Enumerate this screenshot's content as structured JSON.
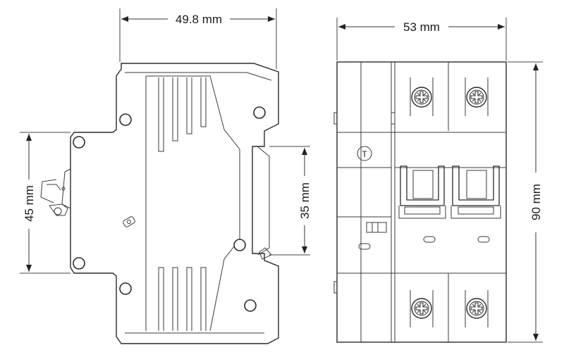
{
  "dimensions": {
    "side_width": "49.8 mm",
    "front_width": "53 mm",
    "side_height": "45 mm",
    "rail_height": "35 mm",
    "front_height": "90 mm"
  },
  "symbols": {
    "test_button_label": "T"
  },
  "colors": {
    "line": "#2a2a2a",
    "background": "#ffffff"
  }
}
